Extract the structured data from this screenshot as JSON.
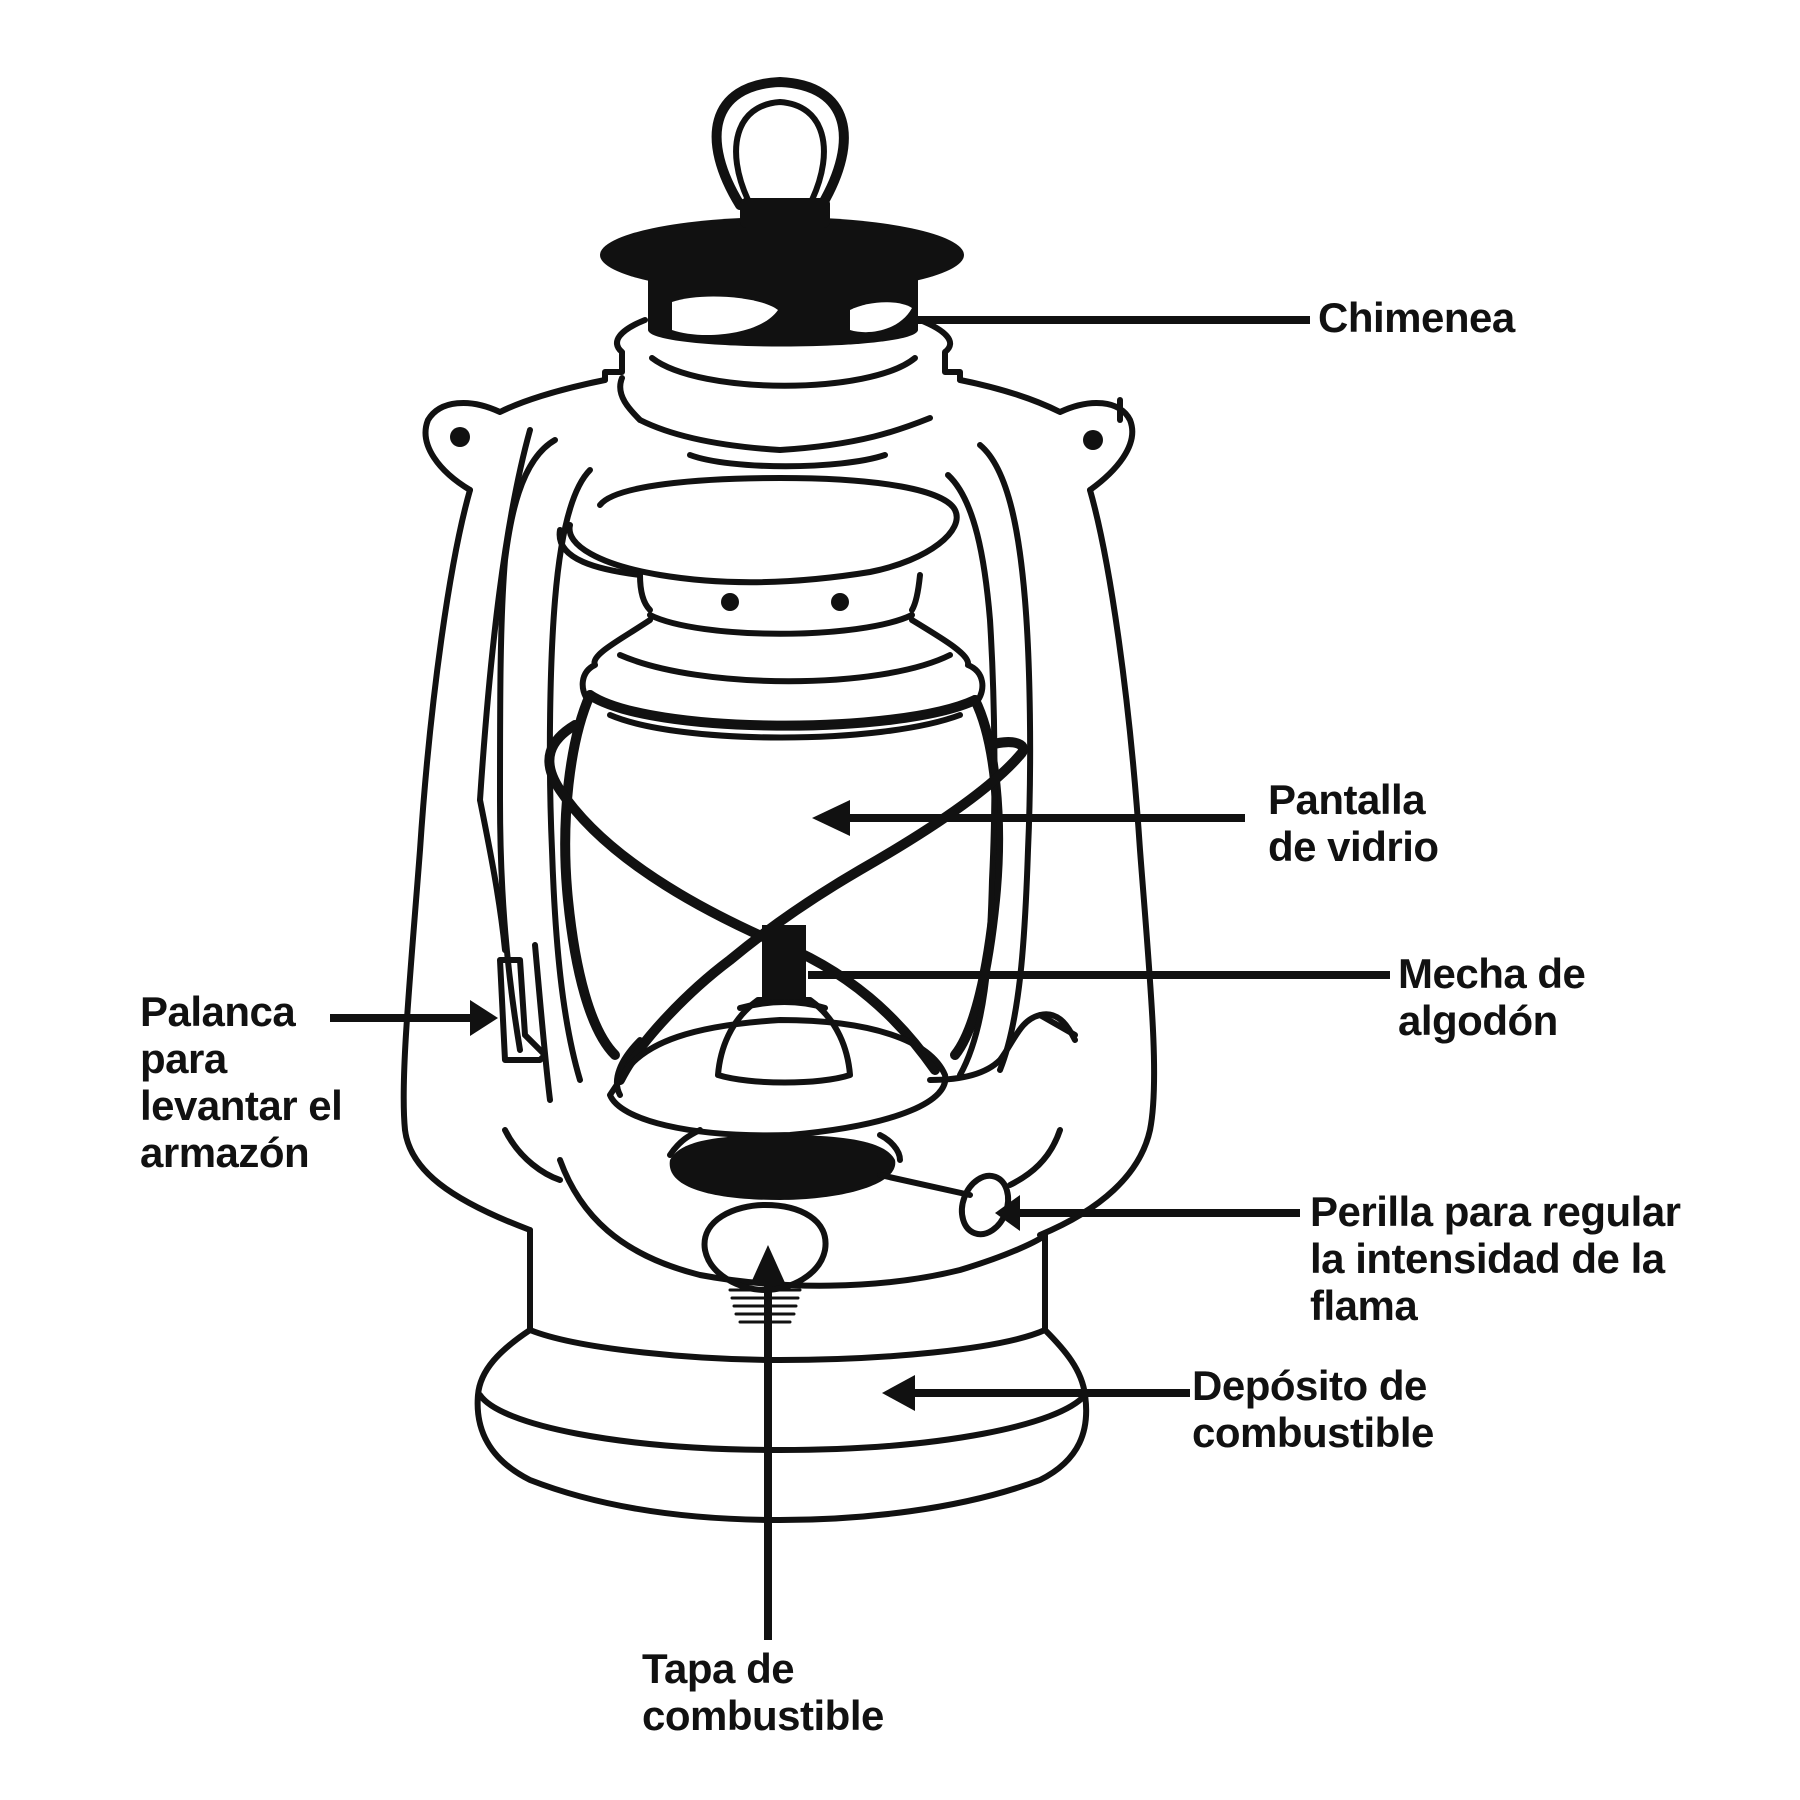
{
  "colors": {
    "ink": "#111111",
    "background": "#ffffff"
  },
  "labels": {
    "chimenea": [
      "Chimenea"
    ],
    "pantalla": [
      "Pantalla",
      "de vidrio"
    ],
    "mecha": [
      "Mecha de",
      "algodón"
    ],
    "palanca": [
      "Palanca",
      "para",
      "levantar el",
      "armazón"
    ],
    "perilla": [
      "Perilla para regular",
      "la intensidad de la",
      "flama"
    ],
    "deposito": [
      "Depósito de",
      "combustible"
    ],
    "tapa": [
      "Tapa de",
      "combustible"
    ]
  }
}
